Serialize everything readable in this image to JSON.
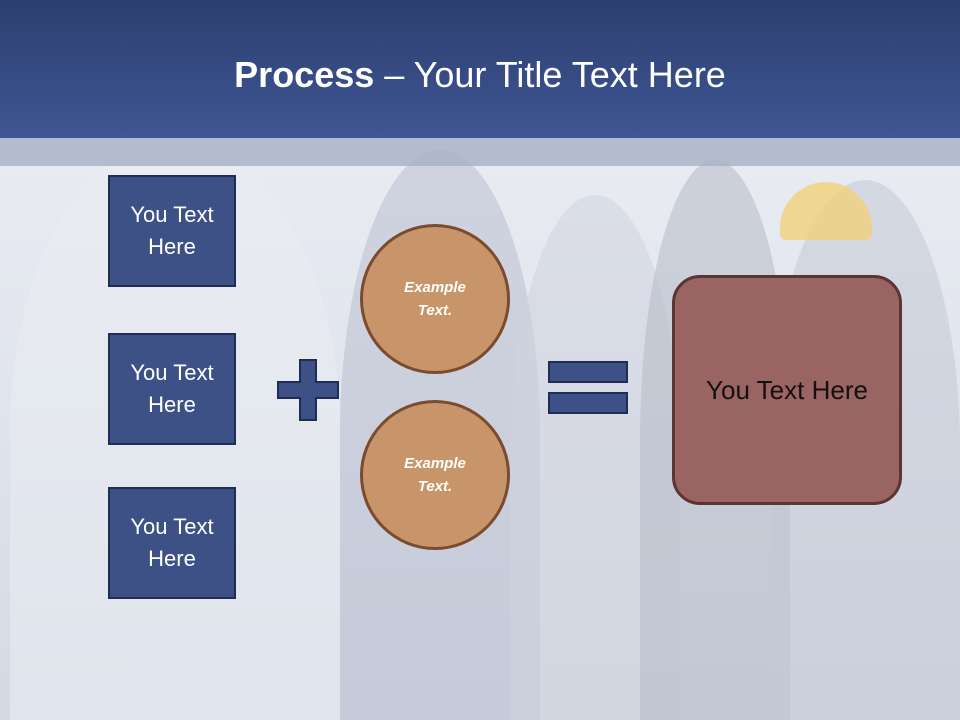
{
  "slide": {
    "title_bold": "Process",
    "title_rest": " – Your Title Text Here"
  },
  "left_boxes": [
    {
      "label_line1": "You Text",
      "label_line2": "Here"
    },
    {
      "label_line1": "You Text",
      "label_line2": "Here"
    },
    {
      "label_line1": "You Text",
      "label_line2": "Here"
    }
  ],
  "circles": [
    {
      "line1": "Example",
      "line2": "Text."
    },
    {
      "line1": "Example",
      "line2": "Text."
    }
  ],
  "result": {
    "label": "You Text Here"
  },
  "symbols": {
    "plus": "plus-icon",
    "equals": "equals-icon"
  },
  "colors": {
    "title_band": "#3f5694",
    "box_fill": "#3d5187",
    "circle_fill": "#c8956a",
    "result_fill": "#9a6462"
  }
}
